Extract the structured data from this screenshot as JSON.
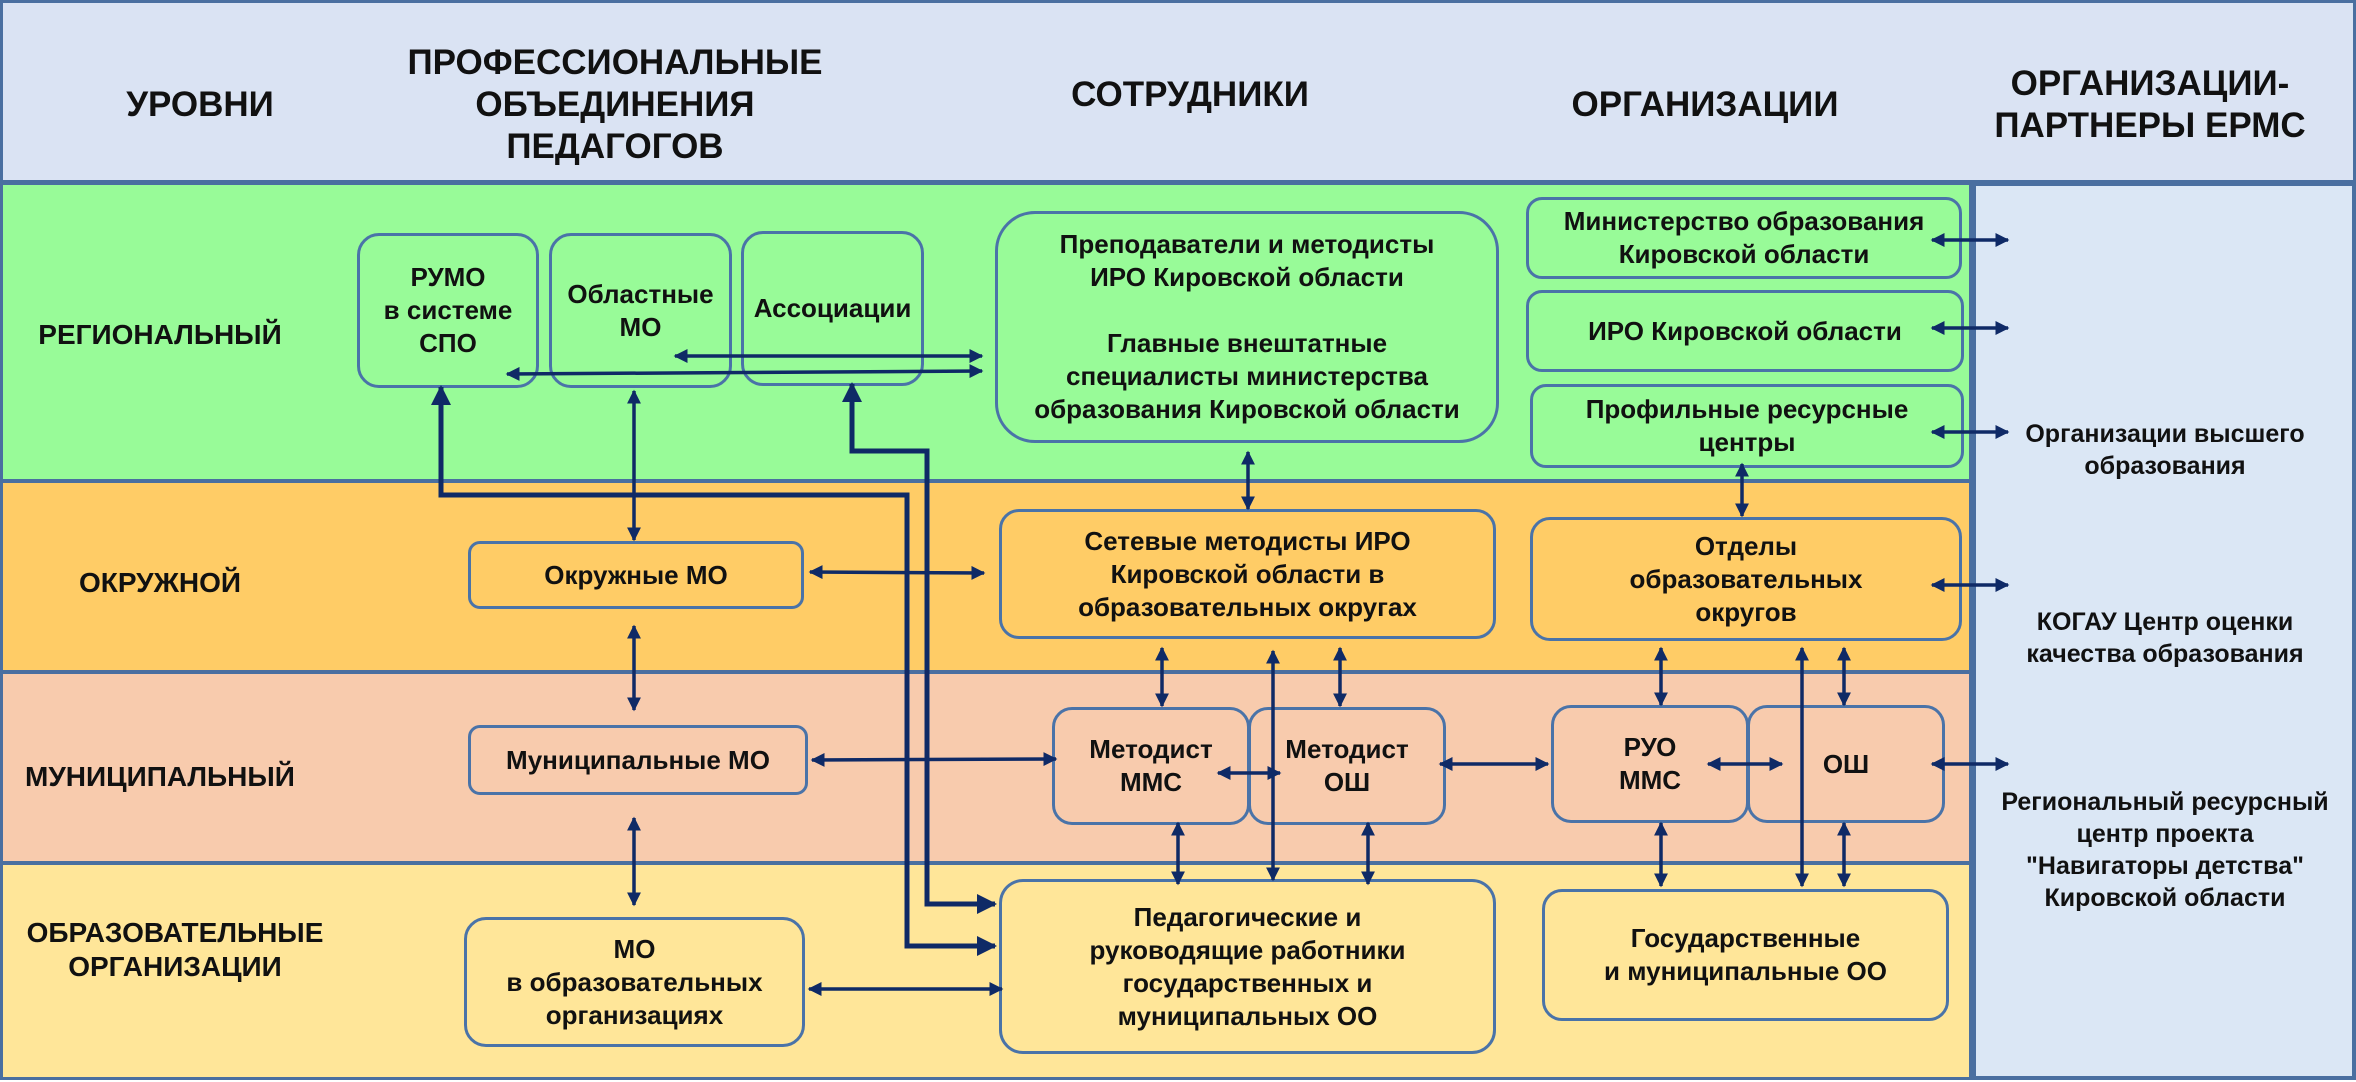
{
  "colors": {
    "header_bg": "#dae3f3",
    "regional_bg": "#98fb98",
    "district_bg": "#ffcc66",
    "municipal_bg": "#f8cbad",
    "school_bg": "#ffe699",
    "partners_bg": "#dbe7f5",
    "border": "#4a73a8",
    "arrow": "#0f2a66"
  },
  "headers": {
    "levels": "УРОВНИ",
    "associations": "ПРОФЕССИОНАЛЬНЫЕ ОБЪЕДИНЕНИЯ ПЕДАГОГОВ",
    "staff": "СОТРУДНИКИ",
    "organizations": "ОРГАНИЗАЦИИ",
    "partners": "ОРГАНИЗАЦИИ-ПАРТНЕРЫ ЕРМС"
  },
  "levels": {
    "regional": "РЕГИОНАЛЬНЫЙ",
    "district": "ОКРУЖНОЙ",
    "municipal": "МУНИЦИПАЛЬНЫЙ",
    "educational": "ОБРАЗОВАТЕЛЬНЫЕ ОРГАНИЗАЦИИ"
  },
  "boxes": {
    "rumo": "РУМО\nв системе\nСПО",
    "oblast_mo": "Областные\nМО",
    "associations": "Ассоциации",
    "iro_staff": "Преподаватели и методисты\nИРО Кировской области\n\nГлавные внештатные\nспециалисты министерства\nобразования Кировской  области",
    "ministry": "Министерство образования\nКировской области",
    "iro_org": "ИРО Кировской области",
    "resource_centers": "Профильные ресурсные\nцентры",
    "district_mo": "Окружные МО",
    "network_methodists": "Сетевые методисты ИРО\nКировской области в\nобразовательных округах",
    "district_departments": "Отделы\nобразовательных\nокругов",
    "municipal_mo": "Муниципальные МО",
    "methodist_mms": "Методист\nММС",
    "methodist_osh": "Методист\nОШ",
    "ruo_mms": "РУО\nММС",
    "osh": "ОШ",
    "school_mo": "МО\nв образовательных\nорганизациях",
    "teachers": "Педагогические и\nруководящие работники\nгосударственных и\nмуниципальных  ОО",
    "state_oo": "Государственные\nи муниципальные  ОО"
  },
  "partners": {
    "higher_ed": "Организации высшего\nобразования",
    "kogau": "КОГАУ Центр оценки\nкачества образования",
    "navigators": "Региональный ресурсный\nцентр проекта\n\"Навигаторы детства\"\nКировской области"
  }
}
